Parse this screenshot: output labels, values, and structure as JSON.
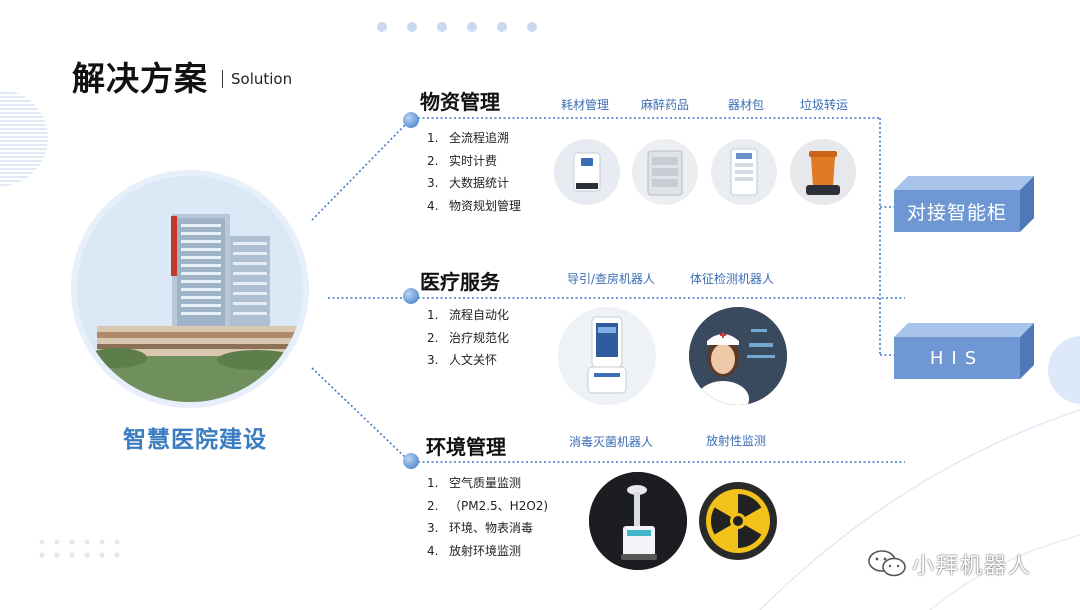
{
  "header": {
    "title": "解决方案",
    "subtitle": "Solution"
  },
  "hospital": {
    "label": "智慧医院建设"
  },
  "sections": [
    {
      "title": "物资管理",
      "categories": [
        "耗材管理",
        "麻醉药品",
        "器材包",
        "垃圾转运"
      ],
      "items": [
        "全流程追溯",
        "实时计费",
        "大数据统计",
        "物资规划管理"
      ]
    },
    {
      "title": "医疗服务",
      "categories": [
        "导引/查房机器人",
        "体征检测机器人"
      ],
      "items": [
        "流程自动化",
        "治疗规范化",
        "人文关怀"
      ]
    },
    {
      "title": "环境管理",
      "categories": [
        "消毒灭菌机器人",
        "放射性监测"
      ],
      "items": [
        "空气质量监测",
        "（PM2.5、H2O2)",
        "环境、物表消毒",
        "放射环境监测"
      ]
    }
  ],
  "numbers": [
    "1.",
    "2.",
    "3.",
    "4."
  ],
  "right_boxes": {
    "cabinet": "对接智能柜",
    "his": "HIS"
  },
  "watermark": "小拜机器人",
  "colors": {
    "accent_blue": "#3b6db3",
    "box_blue": "#6f97d3",
    "hospital_label": "#3a7cc0"
  }
}
